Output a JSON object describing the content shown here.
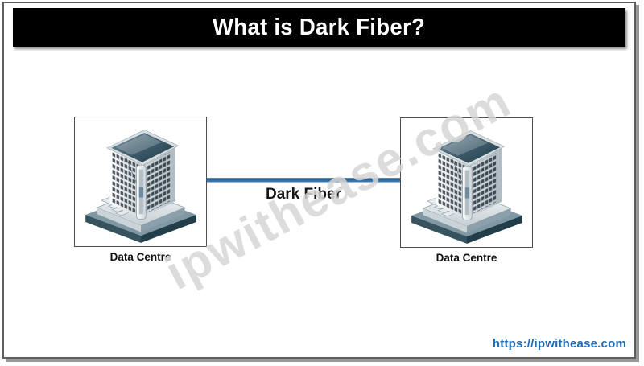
{
  "header": {
    "title": "What is Dark Fiber?"
  },
  "diagram": {
    "left_node": {
      "label": "Data Centre",
      "icon": "office-building"
    },
    "right_node": {
      "label": "Data Centre",
      "icon": "office-building"
    },
    "link": {
      "label": "Dark Fiber"
    }
  },
  "watermark": {
    "text": "ipwithease.com"
  },
  "footer": {
    "link_text": "https://ipwithease.com"
  },
  "colors": {
    "title_bar_bg": "#000000",
    "title_text": "#ffffff",
    "fiber_line": "#2e6da4",
    "footer_link": "#1f6cb7",
    "watermark": "#d6d6d6",
    "frame_border": "#5e5e5e"
  }
}
